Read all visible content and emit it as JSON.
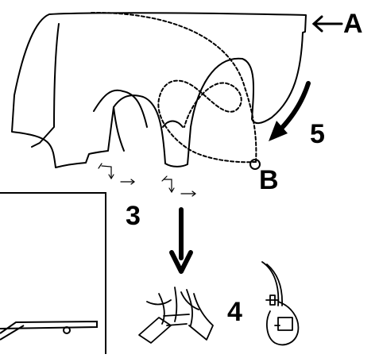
{
  "labels": {
    "a": "A",
    "b": "B",
    "step3": "3",
    "step4": "4",
    "step5": "5"
  },
  "colors": {
    "ink": "#000000",
    "paper": "#ffffff"
  },
  "icons": {
    "arrow_a": "left-arrow-icon",
    "arrow_down": "down-arrow-icon",
    "arrow_curved": "curved-arrow-icon"
  }
}
